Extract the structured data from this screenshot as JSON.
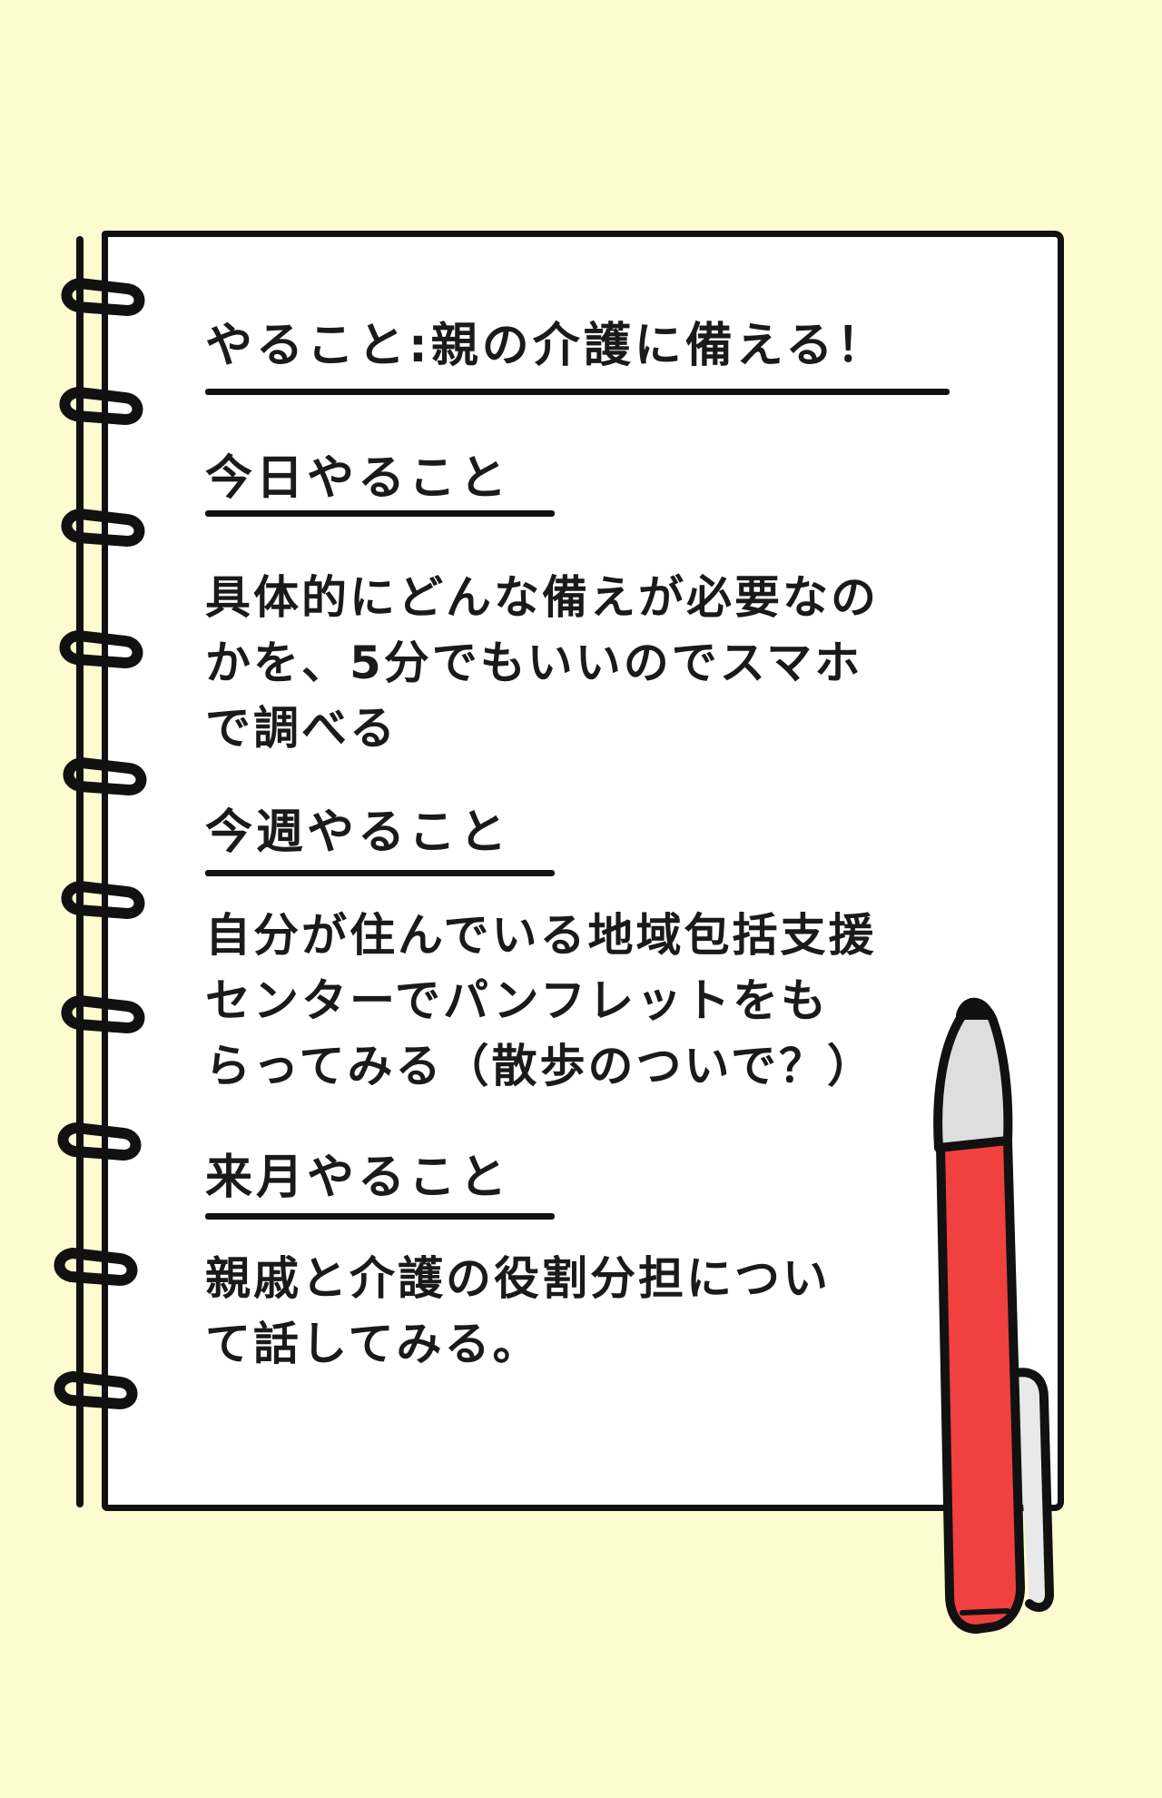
{
  "notebook": {
    "title": "やること:親の介護に備える！",
    "sections": [
      {
        "heading": "今日やること",
        "lines": [
          "具体的にどんな備えが必要なの",
          "かを、5分でもいいのでスマホ",
          "で調べる"
        ]
      },
      {
        "heading": "今週やること",
        "lines": [
          "自分が住んでいる地域包括支援",
          "センターでパンフレットをも",
          "らってみる（散歩のついで？）"
        ]
      },
      {
        "heading": "来月やること",
        "lines": [
          "親戚と介護の役割分担につい",
          "て話してみる。"
        ]
      }
    ]
  },
  "colors": {
    "background": "#fdfbd0",
    "page": "#ffffff",
    "ink": "#111111",
    "pen_body": "#f0403f",
    "pen_cap_tip": "#dedede"
  },
  "icons": [
    "spiral-binding-ring-icon",
    "red-pen-icon"
  ]
}
